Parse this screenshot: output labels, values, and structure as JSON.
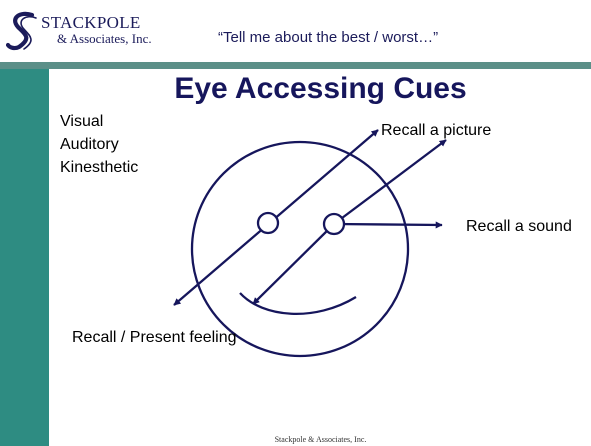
{
  "header": {
    "logo_name": "STACKPOLE",
    "logo_sub": "& Associates, Inc.",
    "quote": "“Tell me about the best / worst…”"
  },
  "title": "Eye Accessing Cues",
  "cues": [
    "Visual",
    "Auditory",
    "Kinesthetic"
  ],
  "labels": {
    "picture": "Recall a picture",
    "sound": "Recall a sound",
    "feeling": "Recall / Present feeling"
  },
  "footer": "Stackpole & Associates, Inc.",
  "colors": {
    "navy": "#16165c",
    "teal": "#2e8c82",
    "rule": "#5b8f88"
  }
}
